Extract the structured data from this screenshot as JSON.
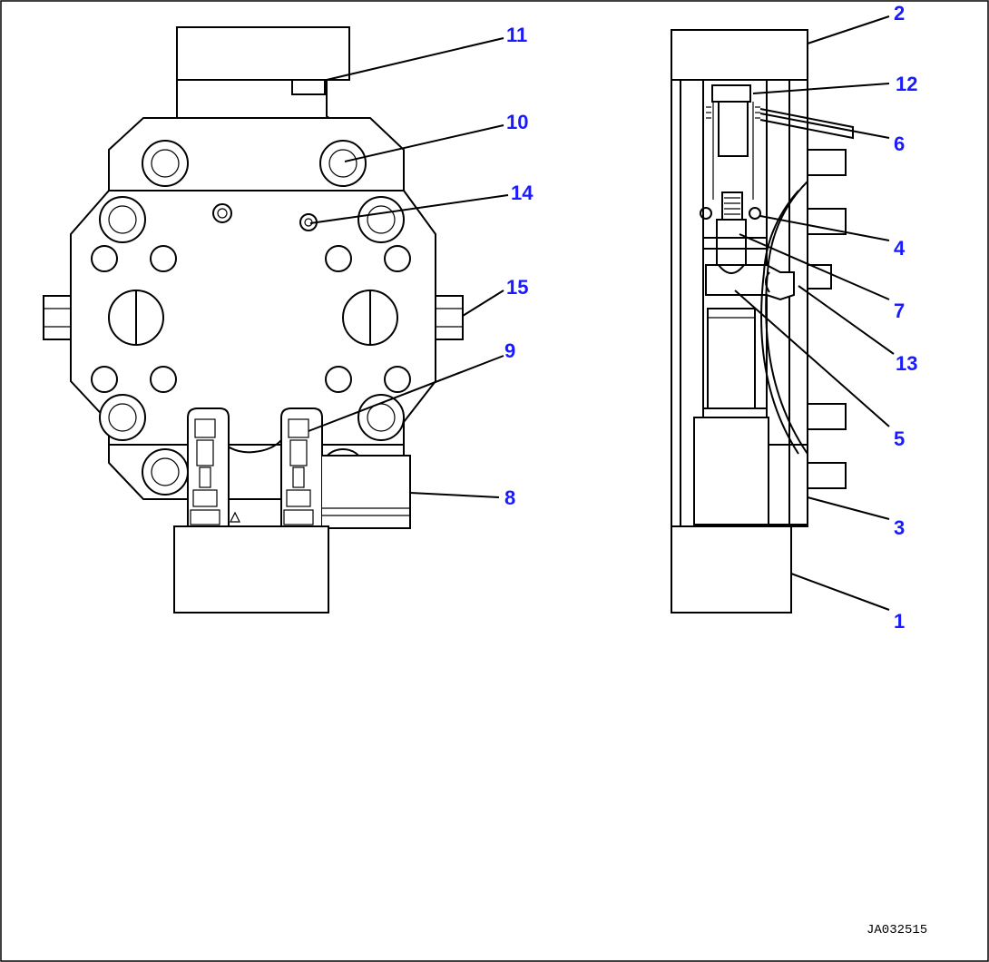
{
  "labels": {
    "l1": "1",
    "l2": "2",
    "l3": "3",
    "l4": "4",
    "l5": "5",
    "l6": "6",
    "l7": "7",
    "l8": "8",
    "l9": "9",
    "l10": "10",
    "l11": "11",
    "l12": "12",
    "l13": "13",
    "l14": "14",
    "l15": "15"
  },
  "drawing_code": "JA032515",
  "colors": {
    "callout": "#1a1aff",
    "line": "#000000",
    "background": "#ffffff"
  }
}
